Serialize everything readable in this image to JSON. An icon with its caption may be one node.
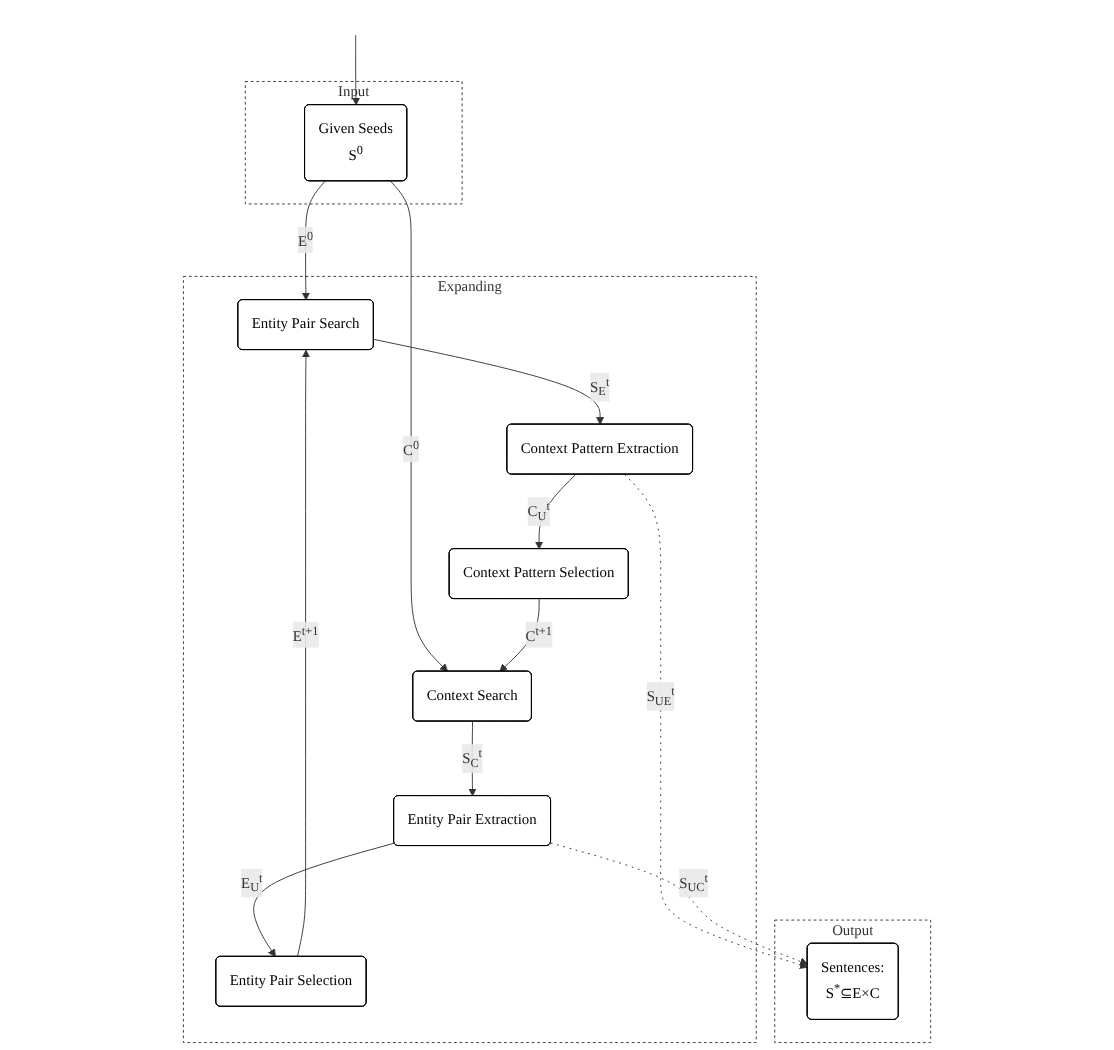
{
  "diagram": {
    "nodes": [
      {
        "text": [
          "Input"
        ]
      },
      {
        "text": [
          "Given Seeds",
          "S$^{0}$"
        ],
        "in": 0
      },
      {
        "text": [
          "Expanding"
        ]
      },
      {
        "text": [
          "Entity Pair Search"
        ],
        "in": 2
      },
      {
        "text": [
          "Context Search"
        ],
        "in": 2
      },
      {
        "text": [
          "Context Pattern Extraction"
        ],
        "in": 2
      },
      {
        "text": [
          "Entity Pair Extraction"
        ],
        "in": 2
      },
      {
        "text": [
          "Context Pattern Selection"
        ],
        "in": 2
      },
      {
        "text": [
          "Entity Pair Selection"
        ],
        "in": 2
      },
      {
        "text": [
          "Output"
        ]
      },
      {
        "text": [
          "Sentences:",
          "S$^{*}$⊆E×C"
        ],
        "in": 9
      }
    ],
    "edges": [
      {
        "from": 1,
        "to": 3,
        "arrow": "to",
        "label": "E$^{0}$"
      },
      {
        "from": 1,
        "to": 4,
        "arrow": "to",
        "label": "C$^{0}$"
      },
      {
        "from": null,
        "to": 1,
        "arrow": "to"
      },
      {
        "from": 3,
        "to": 5,
        "arrow": "to",
        "label": "S$_{E}$$^{t}$"
      },
      {
        "from": 5,
        "to": 7,
        "arrow": "to",
        "label": "C$_{U}$$^{t}$"
      },
      {
        "from": 7,
        "to": 4,
        "arrow": "to",
        "label": "C$^{t+1}$"
      },
      {
        "from": 4,
        "to": 6,
        "arrow": "to",
        "label": "S$_{C}$$^{t}$"
      },
      {
        "from": 6,
        "to": 8,
        "arrow": "to",
        "label": "E$_{U}$$^{t}$"
      },
      {
        "from": 8,
        "to": 3,
        "arrow": "to",
        "label": "E$^{t+1}$"
      },
      {
        "from": 5,
        "to": 10,
        "arrow": "to",
        "label": "S$_{UE}$$^{t}$",
        "style": "dashed"
      },
      {
        "from": 6,
        "to": 10,
        "arrow": "to",
        "label": "S$_{UC}$$^{t}$",
        "style": "dashed"
      }
    ]
  }
}
